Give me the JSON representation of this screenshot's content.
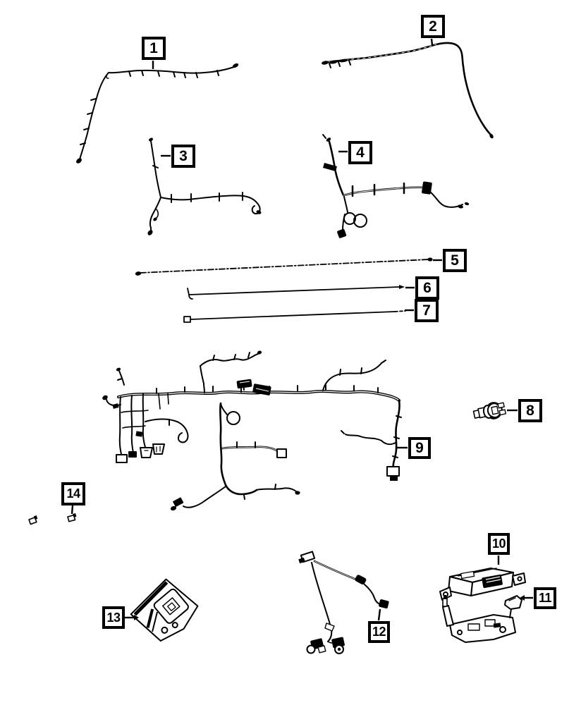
{
  "colors": {
    "line": "#000000",
    "background": "#ffffff",
    "callout_border": "#000000"
  },
  "callouts": [
    {
      "number": "1"
    },
    {
      "number": "2"
    },
    {
      "number": "3"
    },
    {
      "number": "4"
    },
    {
      "number": "5"
    },
    {
      "number": "6"
    },
    {
      "number": "7"
    },
    {
      "number": "8"
    },
    {
      "number": "9"
    },
    {
      "number": "10"
    },
    {
      "number": "11"
    },
    {
      "number": "12"
    },
    {
      "number": "13"
    },
    {
      "number": "14"
    }
  ]
}
